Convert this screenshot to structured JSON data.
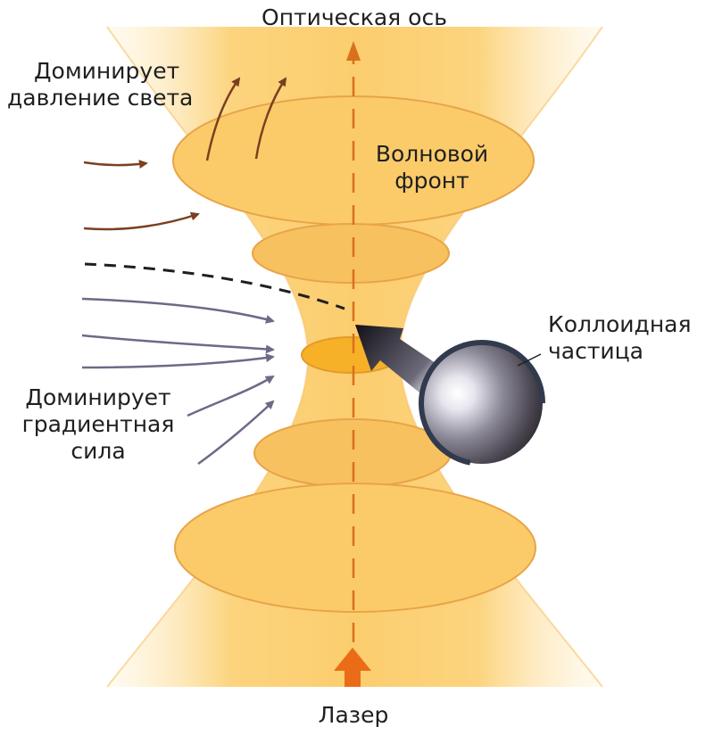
{
  "labels": {
    "optical_axis": "Оптическая ось",
    "light_pressure_line1": "Доминирует",
    "light_pressure_line2": "давление света",
    "wavefront_line1": "Волновой",
    "wavefront_line2": "фронт",
    "particle_line1": "Коллоидная",
    "particle_line2": "частица",
    "gradient_line1": "Доминирует",
    "gradient_line2": "градиентная",
    "gradient_line3": "сила",
    "laser": "Лазер"
  },
  "colors": {
    "beam_fill": "#fcd47e",
    "beam_edge": "#e9a547",
    "focus_fill": "#f7b22a",
    "axis_arrow": "#d9701c",
    "laser_arrow": "#ea6c17",
    "pressure_arrows": "#7a4020",
    "gradient_arrows": "#6c6a86",
    "particle": "#3b4558",
    "text": "#1f1f1f"
  }
}
